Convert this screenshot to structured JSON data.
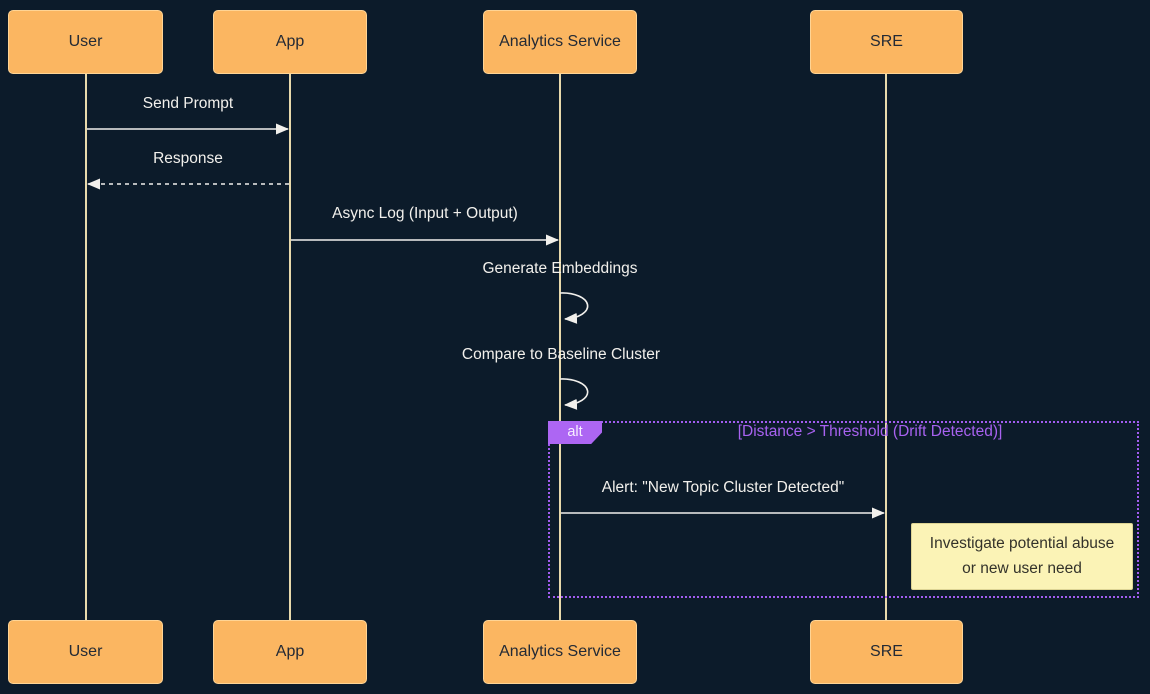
{
  "diagram": {
    "type": "sequence-diagram",
    "actors": [
      {
        "name": "User"
      },
      {
        "name": "App"
      },
      {
        "name": "Analytics Service"
      },
      {
        "name": "SRE"
      }
    ],
    "messages": [
      {
        "label": "Send Prompt",
        "from": "User",
        "to": "App",
        "style": "solid"
      },
      {
        "label": "Response",
        "from": "App",
        "to": "User",
        "style": "dashed"
      },
      {
        "label": "Async Log (Input + Output)",
        "from": "App",
        "to": "Analytics Service",
        "style": "solid"
      },
      {
        "label": "Generate Embeddings",
        "from": "Analytics Service",
        "to": "Analytics Service",
        "style": "self-loop"
      },
      {
        "label": "Compare to Baseline Cluster",
        "from": "Analytics Service",
        "to": "Analytics Service",
        "style": "self-loop"
      },
      {
        "label": "Alert: \"New Topic Cluster Detected\"",
        "from": "Analytics Service",
        "to": "SRE",
        "style": "solid"
      }
    ],
    "alt_block": {
      "label": "alt",
      "condition": "[Distance > Threshold (Drift Detected)]"
    },
    "note": {
      "line1": "Investigate potential abuse",
      "line2": "or new user need",
      "position": "right of SRE"
    },
    "colors": {
      "background": "#0c1b2a",
      "actor_fill": "#fbb661",
      "actor_text": "#232a35",
      "lifeline": "#e8d9ab",
      "message": "#f2f0ec",
      "alt_purple": "#a25df0",
      "note_fill": "#fbf3b6",
      "note_text": "#33322a"
    }
  }
}
